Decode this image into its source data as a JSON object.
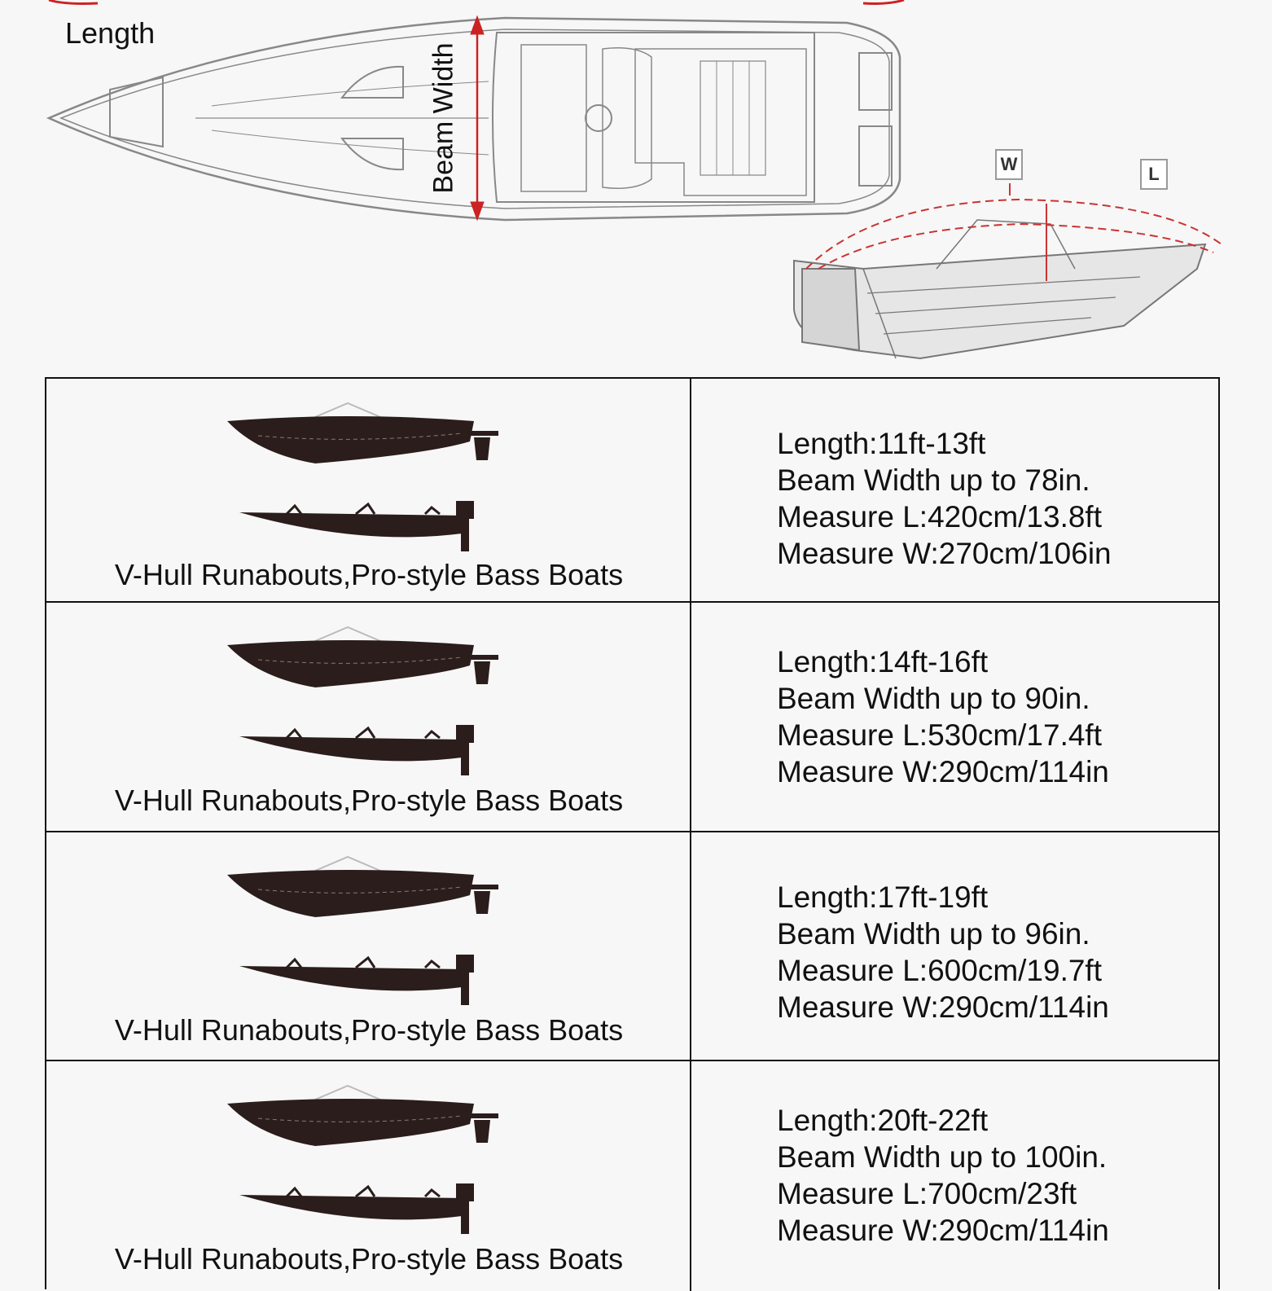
{
  "diagram": {
    "length_label": "Length",
    "beam_label": "Beam Width",
    "w_tag": "W",
    "l_tag": "L",
    "accent_color": "#cc2222"
  },
  "rows": [
    {
      "boat_type": "V-Hull Runabouts,Pro-style Bass Boats",
      "length": "Length:11ft-13ft",
      "beam": "Beam Width up to 78in.",
      "measure_l": "Measure L:420cm/13.8ft",
      "measure_w": "Measure W:270cm/106in"
    },
    {
      "boat_type": "V-Hull Runabouts,Pro-style Bass Boats",
      "length": "Length:14ft-16ft",
      "beam": "Beam Width up to 90in.",
      "measure_l": "Measure L:530cm/17.4ft",
      "measure_w": "Measure W:290cm/114in"
    },
    {
      "boat_type": "V-Hull Runabouts,Pro-style Bass Boats",
      "length": "Length:17ft-19ft",
      "beam": "Beam Width up to 96in.",
      "measure_l": "Measure L:600cm/19.7ft",
      "measure_w": "Measure W:290cm/114in"
    },
    {
      "boat_type": "V-Hull Runabouts,Pro-style Bass Boats",
      "length": "Length:20ft-22ft",
      "beam": "Beam Width up to 100in.",
      "measure_l": "Measure L:700cm/23ft",
      "measure_w": "Measure W:290cm/114in"
    }
  ]
}
